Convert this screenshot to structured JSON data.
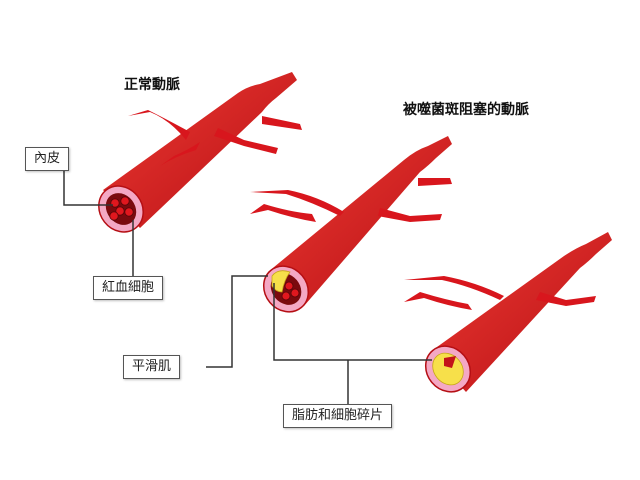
{
  "titles": {
    "normal_artery": "正常動脈",
    "blocked_artery": "被噬菌斑阻塞的動脈"
  },
  "labels": {
    "endothelium": "內皮",
    "red_blood_cells": "紅血細胞",
    "smooth_muscle": "平滑肌",
    "fat_and_debris": "脂肪和細胞碎片"
  },
  "colors": {
    "artery": "#d8161d",
    "artery_dark": "#a80d12",
    "wall": "#f4a8c4",
    "lumen": "#7a0a0e",
    "blood_cell": "#e0171e",
    "plaque": "#f7e04a",
    "leader": "#333333"
  }
}
